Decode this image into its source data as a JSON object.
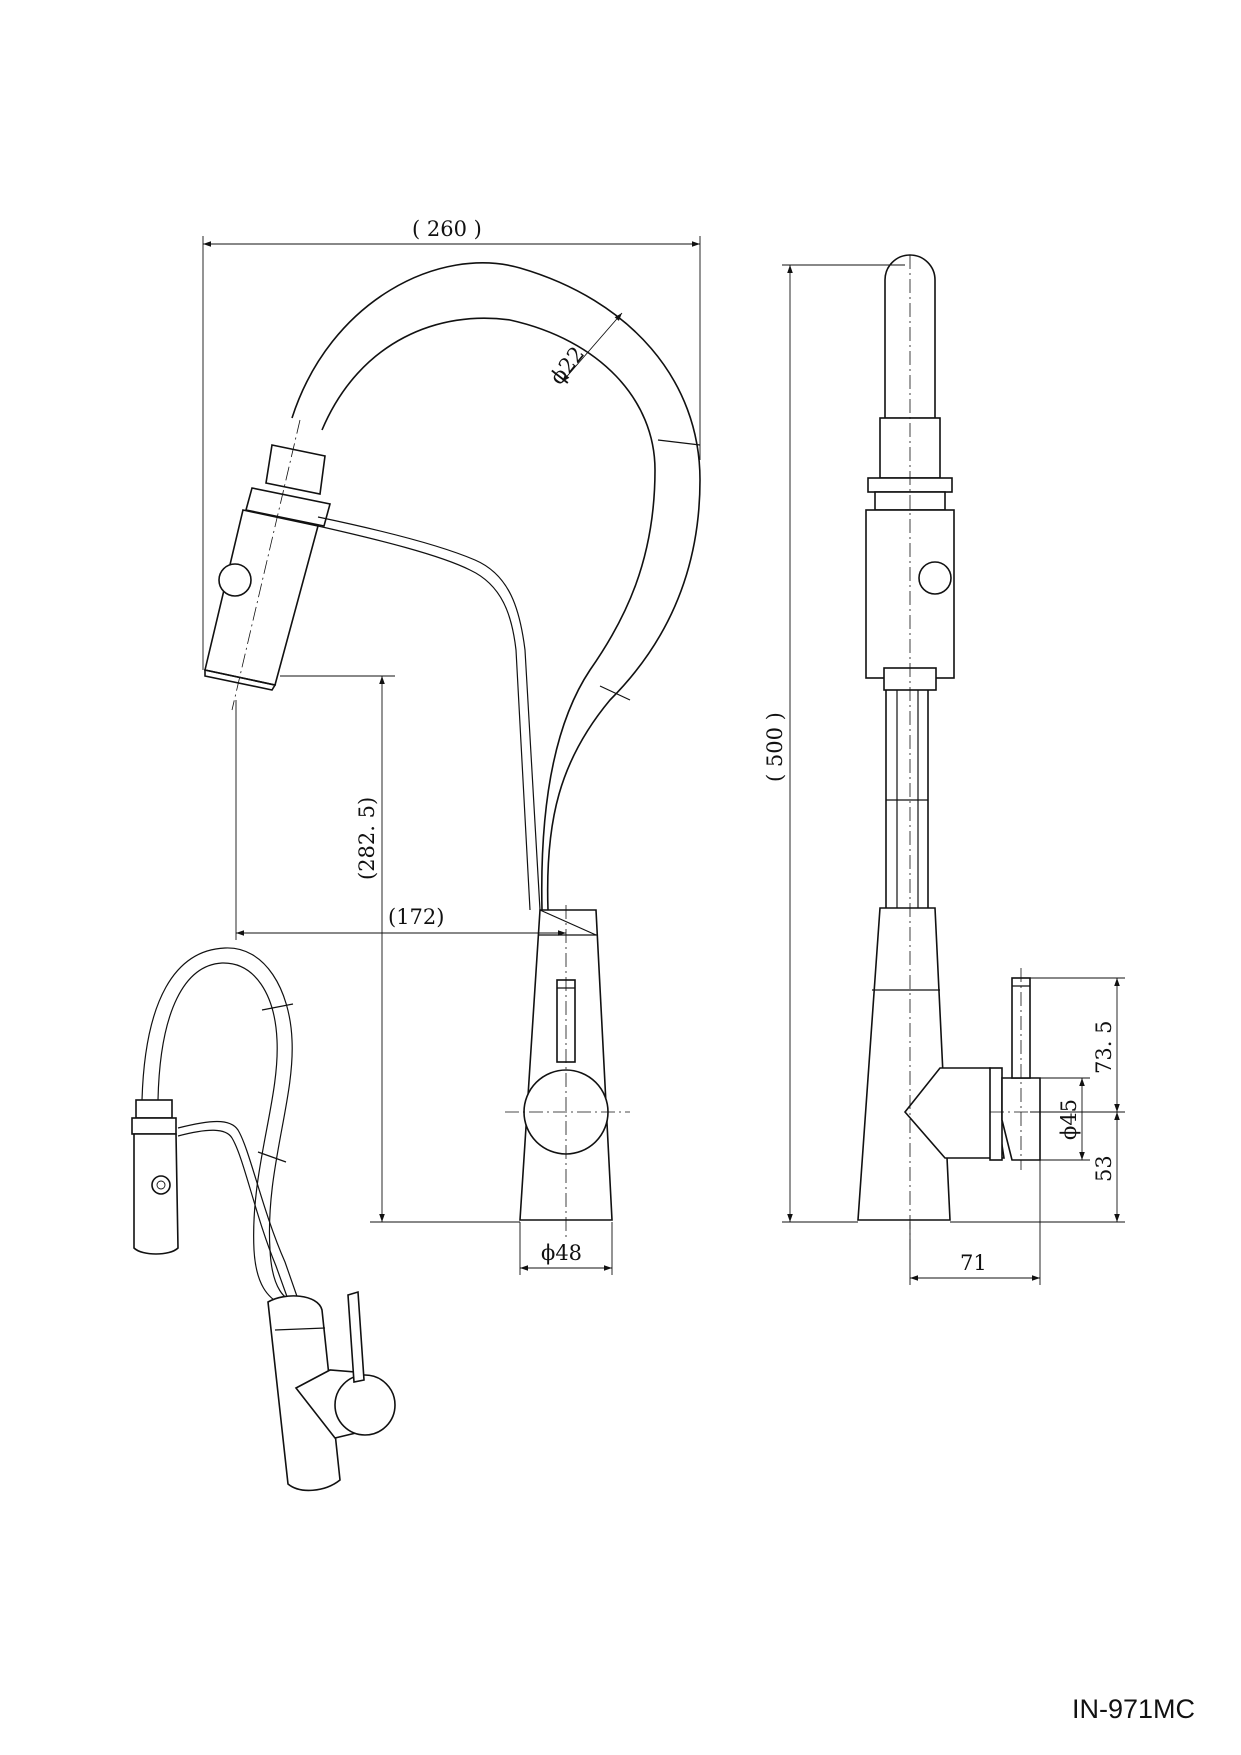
{
  "drawing": {
    "model_code": "IN-971MC",
    "dimensions": {
      "overall_width": "( 260 )",
      "hose_diameter": "ϕ22",
      "overall_height": "( 500 )",
      "spray_height": "(282. 5)",
      "reach": "(172)",
      "base_diameter": "ϕ48",
      "lever_height": "73. 5",
      "handle_diameter": "ϕ45",
      "handle_height": "53",
      "handle_projection": "71"
    }
  }
}
